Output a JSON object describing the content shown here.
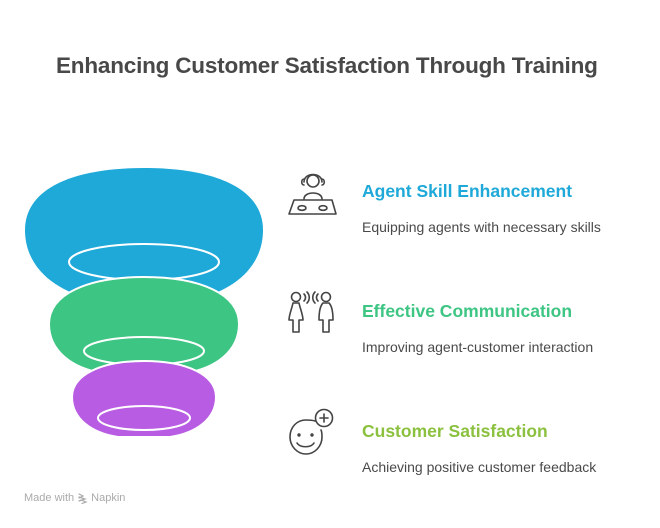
{
  "title": "Enhancing Customer Satisfaction Through Training",
  "funnel": {
    "layers": [
      {
        "name": "agent-skill-enhancement",
        "color": "#1EA9D8"
      },
      {
        "name": "effective-communication",
        "color": "#3DC583"
      },
      {
        "name": "customer-satisfaction",
        "color": "#B85DE3"
      }
    ]
  },
  "items": [
    {
      "icon": "headset-agent-icon",
      "heading": "Agent Skill Enhancement",
      "description": "Equipping agents with necessary skills",
      "color": "#1EA9D8"
    },
    {
      "icon": "two-people-talking-icon",
      "heading": "Effective Communication",
      "description": "Improving agent-customer interaction",
      "color": "#3DC583"
    },
    {
      "icon": "smiley-plus-icon",
      "heading": "Customer Satisfaction",
      "description": "Achieving positive customer feedback",
      "color": "#8BC13F"
    }
  ],
  "footer": {
    "made_with": "Made with",
    "brand": "Napkin"
  }
}
